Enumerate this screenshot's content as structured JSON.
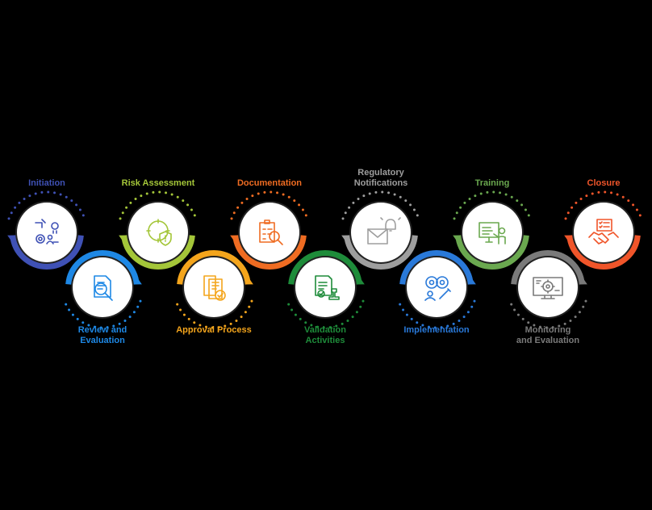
{
  "steps": [
    {
      "label": [
        "Initiation"
      ],
      "color": "#3f51b5",
      "icon": "gears-lightbulb-people-icon"
    },
    {
      "label": [
        "Review and",
        "Evaluation"
      ],
      "color": "#1e88e5",
      "icon": "document-magnifier-icon"
    },
    {
      "label": [
        "Risk Assessment"
      ],
      "color": "#a4c639",
      "icon": "gear-shield-icon"
    },
    {
      "label": [
        "Approval Process"
      ],
      "color": "#f4a51c",
      "icon": "approved-documents-icon"
    },
    {
      "label": [
        "Documentation"
      ],
      "color": "#ef6c22",
      "icon": "clipboard-search-icon"
    },
    {
      "label": [
        "Validation",
        "Activities"
      ],
      "color": "#1e8c3a",
      "icon": "certificate-stamp-icon"
    },
    {
      "label": [
        "Regulatory",
        "Notifications"
      ],
      "color": "#9e9e9e",
      "icon": "envelope-bell-icon"
    },
    {
      "label": [
        "Implementation"
      ],
      "color": "#2979d9",
      "icon": "gears-worker-wrench-icon"
    },
    {
      "label": [
        "Training"
      ],
      "color": "#6aa84f",
      "icon": "presentation-board-icon"
    },
    {
      "label": [
        "Monitoring",
        "and Evaluation"
      ],
      "color": "#7a7a7a",
      "icon": "monitor-gear-icon"
    },
    {
      "label": [
        "Closure"
      ],
      "color": "#f0552a",
      "icon": "checklist-handshake-icon"
    }
  ]
}
